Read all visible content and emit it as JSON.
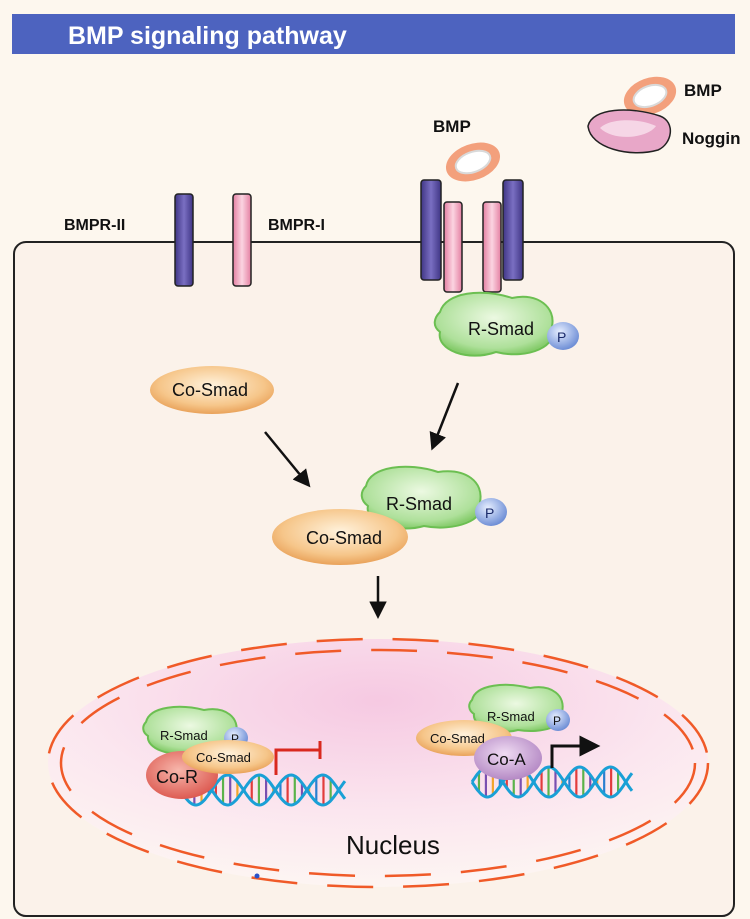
{
  "header": {
    "title": "BMP signaling pathway"
  },
  "legend": {
    "bmp_label": "BMP",
    "noggin_label": "Noggin"
  },
  "membrane": {
    "receptor_ii_label": "BMPR-II",
    "receptor_i_label": "BMPR-I",
    "ligand_label": "BMP"
  },
  "cytoplasm": {
    "rsmad_label": "R-Smad",
    "phospho_label": "P",
    "cosmad_label": "Co-Smad",
    "complex_rsmad_label": "R-Smad",
    "complex_cosmad_label": "Co-Smad",
    "complex_phospho_label": "P"
  },
  "nucleus": {
    "label": "Nucleus",
    "repress": {
      "rsmad": "R-Smad",
      "phospho": "P",
      "cosmad": "Co-Smad",
      "corepressor": "Co-R"
    },
    "activate": {
      "rsmad": "R-Smad",
      "phospho": "P",
      "cosmad": "Co-Smad",
      "coactivator": "Co-A"
    }
  },
  "colors": {
    "header_bg": "#4d63bf",
    "receptor_ii": "#5b4fa3",
    "receptor_i": "#f0a6c0",
    "rsmad": "#9fd68a",
    "cosmad": "#f6c68a",
    "phospho": "#7f9fdc",
    "nucleus_dash": "#f05a28",
    "inhibit": "#d9281e"
  }
}
